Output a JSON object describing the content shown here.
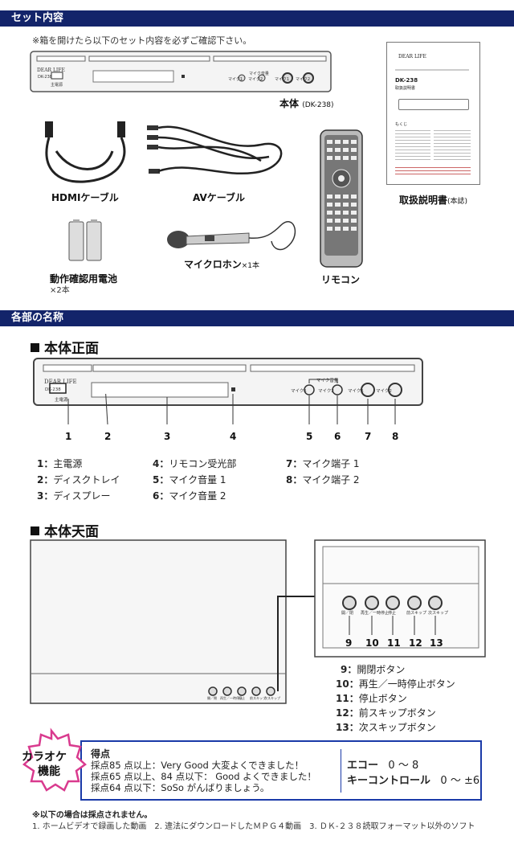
{
  "sections": {
    "contents_title": "セット内容",
    "names_title": "各部の名称"
  },
  "contents": {
    "note": "※箱を開けたら以下のセット内容を必ずご確認下さい。",
    "main_unit_label": "本体",
    "main_unit_model": "(DK-238)",
    "hdmi_label": "HDMIケーブル",
    "av_label": "AVケーブル",
    "manual_label": "取扱説明書",
    "manual_sub": "(本誌)",
    "battery_label": "動作確認用電池",
    "battery_qty": "×2本",
    "mic_label": "マイクロホン",
    "mic_qty": "×1本",
    "remote_label": "リモコン",
    "manual_cover": {
      "brand": "DEAR LIFE",
      "model": "DK-238",
      "subtitle": "取扱説明書",
      "toc": "もくじ"
    }
  },
  "device": {
    "brand": "DEAR LIFE",
    "model": "DK-238",
    "power": "主電源",
    "mic_volume": "マイク音量",
    "mic1": "マイク1",
    "mic2": "マイク2"
  },
  "front": {
    "title": "本体正面",
    "numbers": [
      "1",
      "2",
      "3",
      "4",
      "5",
      "6",
      "7",
      "8"
    ],
    "legend": [
      {
        "num": "1：",
        "text": "主電源"
      },
      {
        "num": "2：",
        "text": "ディスクトレイ"
      },
      {
        "num": "3：",
        "text": "ディスプレー"
      },
      {
        "num": "4：",
        "text": "リモコン受光部"
      },
      {
        "num": "5：",
        "text": "マイク音量 1"
      },
      {
        "num": "6：",
        "text": "マイク音量 2"
      },
      {
        "num": "7：",
        "text": "マイク端子 1"
      },
      {
        "num": "8：",
        "text": "マイク端子 2"
      }
    ]
  },
  "top": {
    "title": "本体天面",
    "numbers": [
      "9",
      "10",
      "11",
      "12",
      "13"
    ],
    "button_labels": [
      "開／閉",
      "再生／一時停止",
      "停止",
      "前スキップ",
      "次スキップ"
    ],
    "legend": [
      {
        "num": "9：",
        "text": "開閉ボタン"
      },
      {
        "num": "10：",
        "text": "再生／一時停止ボタン"
      },
      {
        "num": "11：",
        "text": "停止ボタン"
      },
      {
        "num": "12：",
        "text": "前スキップボタン"
      },
      {
        "num": "13：",
        "text": "次スキップボタン"
      }
    ]
  },
  "karaoke": {
    "badge_line1": "カラオケ",
    "badge_line2": "機能",
    "score_title": "得点",
    "score_lines": [
      "採点85 点以上：Very Good 大変よくできました！",
      "採点65 点以上、84 点以下： Good よくできました！",
      "採点64 点以下：SoSo がんばりましょう。"
    ],
    "echo_label": "エコー",
    "echo_range": "0 〜 8",
    "key_label": "キーコントロール",
    "key_range": "0 〜 ±6",
    "exclusion_title": "※以下の場合は採点されません。",
    "exclusion_text": "1. ホームビデオで録画した動画　2. 違法にダウンロードしたＭＰＧ４動画　3. ＤＫ-２３８読取フォーマット以外のソフト"
  }
}
